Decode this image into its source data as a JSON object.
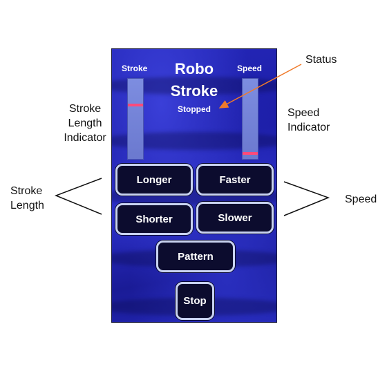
{
  "screen": {
    "title_line1": "Robo",
    "title_line2": "Stroke",
    "status": "Stopped",
    "stroke_label": "Stroke",
    "speed_label": "Speed",
    "stroke_level": 0.32,
    "speed_level": 0.95
  },
  "buttons": {
    "longer": "Longer",
    "faster": "Faster",
    "shorter": "Shorter",
    "slower": "Slower",
    "pattern": "Pattern",
    "stop": "Stop"
  },
  "annotations": {
    "status": "Status",
    "stroke_length_indicator": [
      "Stroke",
      "Length",
      "Indicator"
    ],
    "speed_indicator": [
      "Speed",
      "Indicator"
    ],
    "stroke_length": [
      "Stroke",
      "Length"
    ],
    "speed": "Speed"
  },
  "colors": {
    "background": "#2427b8",
    "button_fill": "#0c0c2e",
    "button_border": "#c8d2f0",
    "marker": "#ff4a7a",
    "arrow": "#f07a2a"
  }
}
